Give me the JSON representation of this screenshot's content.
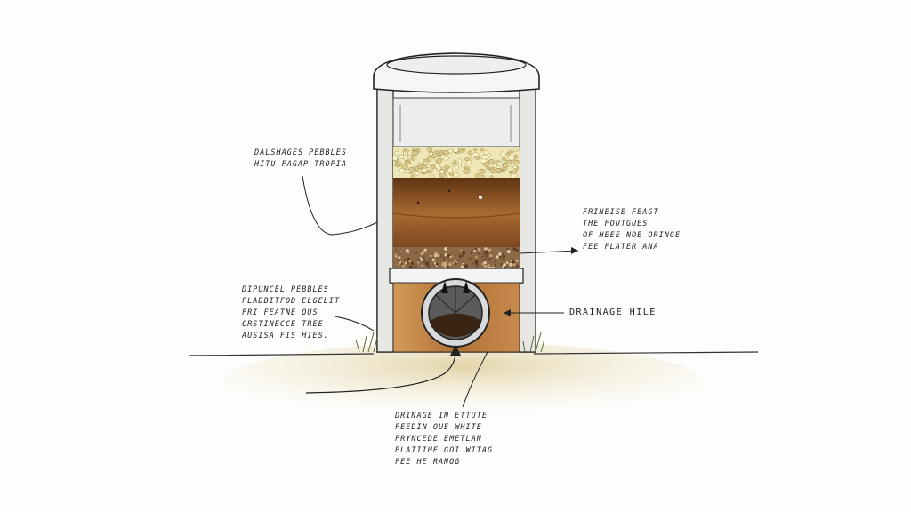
{
  "annotations": {
    "top_left": [
      "DALSHAGES PEBBLES",
      "HITU FAGAP TROPIA"
    ],
    "right_upper": [
      "FRINEISE FEAGT",
      "THE FOUTGUES",
      "OF HEEE NOE ORINGE",
      "FEE FLATER ANA"
    ],
    "left_lower": [
      "DIPUNCEL PEBBLES",
      "FLADBITFOD ELGELIT",
      "FRI FEATNE OUS",
      "CRSTINECCE TREE",
      "AUSISA FIS HIES."
    ],
    "drainage_label": "DRAINAGE HILE",
    "bottom": [
      "DRINAGE IN ETTUTE",
      "FEEDIN OUE WHITE",
      "FRYNCEDE EMETLAN",
      "ELATIIHE GOI WITAG",
      "FEE HE RANOG"
    ]
  },
  "layers": [
    "white pebbles",
    "brown soil",
    "gravel",
    "drainage pipe",
    "orange soil"
  ],
  "colors": {
    "ink": "#222222",
    "pebbles": "#e8dfb0",
    "soil_dark": "#7a4a22",
    "soil_light": "#b57a3c",
    "gravel": "#8b6a4a",
    "orange_soil": "#c48a4a",
    "ground": "#e6dcc0"
  }
}
